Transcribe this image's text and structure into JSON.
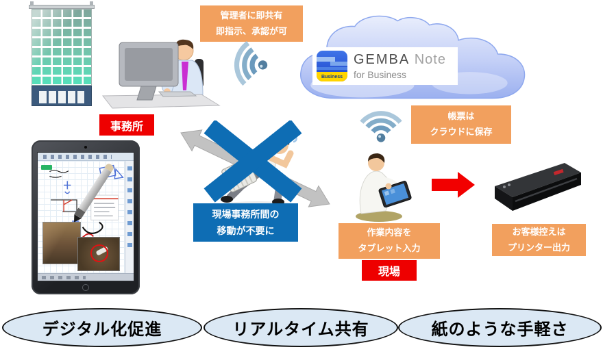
{
  "callouts": {
    "admin": {
      "line1": "管理者に即共有",
      "line2": "即指示、承認が可"
    },
    "cloud_save": {
      "line1": "帳票は",
      "line2": "クラウドに保存"
    },
    "no_travel": {
      "line1": "現場事務所間の",
      "line2": "移動が不要に"
    },
    "tablet_input": {
      "line1": "作業内容を",
      "line2": "タブレット入力"
    },
    "printer_output": {
      "line1": "お客様控えは",
      "line2": "プリンター出力"
    }
  },
  "locations": {
    "office": "事務所",
    "field": "現場"
  },
  "cloud": {
    "brand_bold": "GEMBA",
    "brand_light": "Note",
    "subtitle": "for Business",
    "badge": "Business"
  },
  "benefits": [
    "デジタル化促進",
    "リアルタイム共有",
    "紙のような手軽さ"
  ],
  "colors": {
    "callout_orange": "#F2A05E",
    "callout_blue": "#0E6DB4",
    "label_red": "#EE0000",
    "arrow_red": "#F20000",
    "cross_blue": "#0E6DB4",
    "arrow_gray": "#C2C2C2",
    "ellipse_fill": "#DBE8F4",
    "cloud_blue": "#AEBFF1",
    "wifi_blue": "#7BA7C7"
  }
}
